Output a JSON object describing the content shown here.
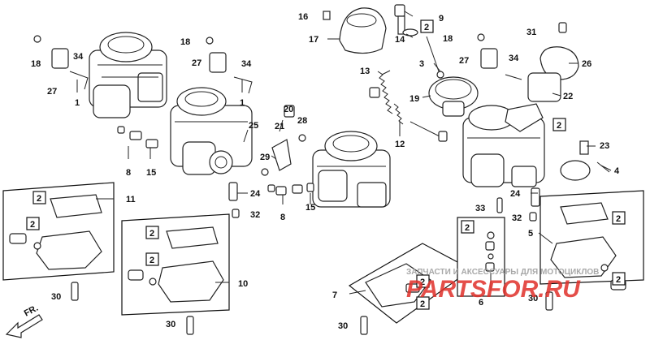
{
  "callouts": {
    "c1a": "1",
    "c1b": "1",
    "c2": "2",
    "c3": "3",
    "c4": "4",
    "c5": "5",
    "c6": "6",
    "c7": "7",
    "c8a": "8",
    "c8b": "8",
    "c9": "9",
    "c10": "10",
    "c11": "11",
    "c12": "12",
    "c13": "13",
    "c14": "14",
    "c15a": "15",
    "c15b": "15",
    "c16": "16",
    "c17": "17",
    "c18a": "18",
    "c18b": "18",
    "c18c": "18",
    "c19": "19",
    "c20": "20",
    "c21": "21",
    "c22": "22",
    "c23": "23",
    "c24a": "24",
    "c24b": "24",
    "c25": "25",
    "c26": "26",
    "c27a": "27",
    "c27b": "27",
    "c27c": "27",
    "c28": "28",
    "c29": "29",
    "c30a": "30",
    "c30b": "30",
    "c30c": "30",
    "c30d": "30",
    "c31": "31",
    "c32a": "32",
    "c32b": "32",
    "c33": "33",
    "c34a": "34",
    "c34b": "34",
    "c34c": "34"
  },
  "boxed_label": "2",
  "direction_arrow": "FR.",
  "watermark": {
    "tagline": "ЗАПЧАСТИ И АКСЕССУАРЫ ДЛЯ МОТОЦИКЛОВ",
    "logo": "PARTSFOR.RU"
  },
  "colors": {
    "line": "#222222",
    "watermark": "#e0302a",
    "background": "#ffffff"
  }
}
